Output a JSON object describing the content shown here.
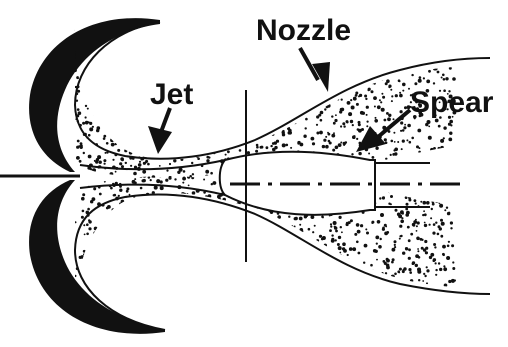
{
  "diagram": {
    "labels": {
      "nozzle": "Nozzle",
      "jet": "Jet",
      "spear": "Spear"
    },
    "colors": {
      "ink": "#111111",
      "background": "#ffffff"
    }
  }
}
